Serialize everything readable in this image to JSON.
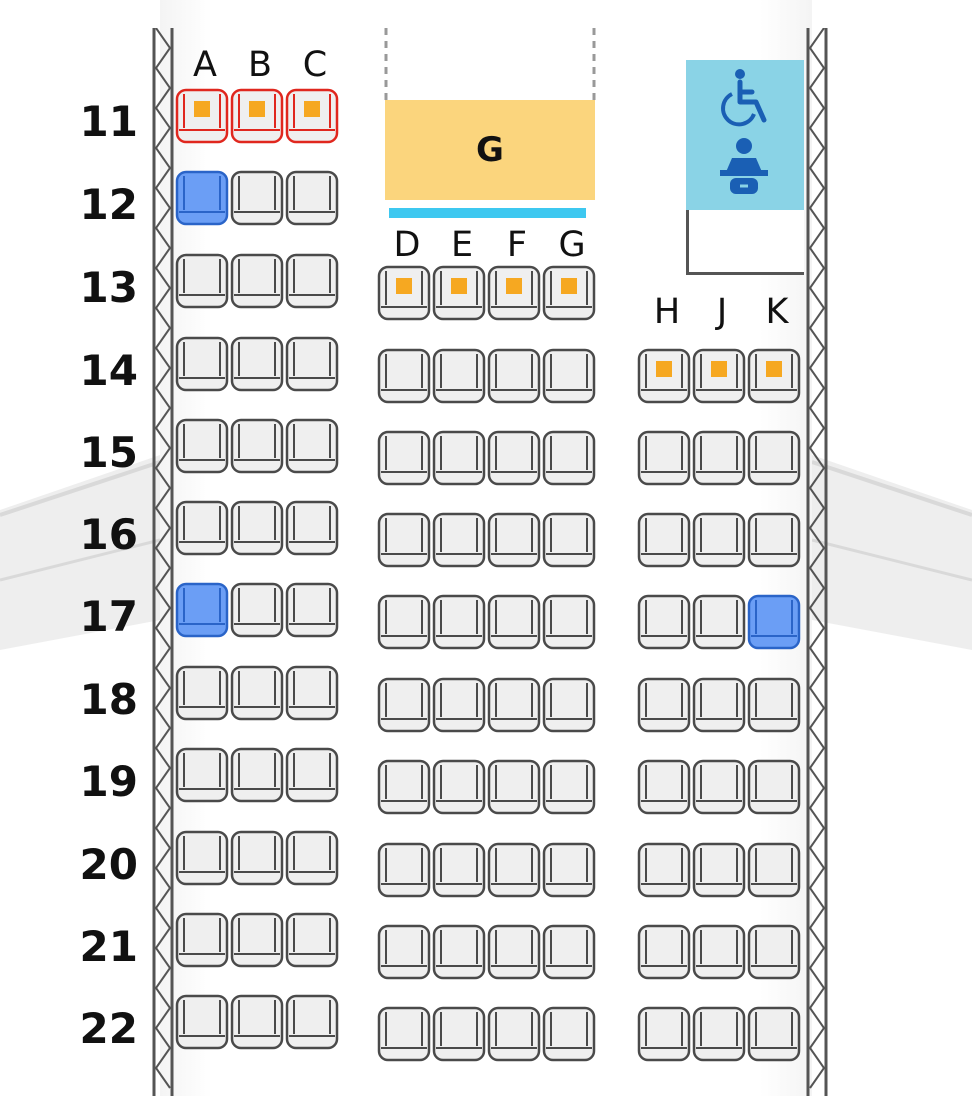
{
  "colors": {
    "seat_available": "#efefef",
    "seat_outline": "#4a4a4a",
    "seat_selected": "#6b9ef5",
    "seat_selected_outline": "#2a64c8",
    "seat_emergency_outline": "#e0271e",
    "extra_legroom_marker": "#f6a821",
    "galley": "#fbd57d",
    "galley_edge": "#3ec8f0",
    "lavatory": "#8ad3e6",
    "fuselage_wall": "#f0f0f0"
  },
  "galley": {
    "label": "G"
  },
  "lavatory": {
    "icons": [
      "wheelchair-accessible-icon",
      "baby-changing-icon"
    ]
  },
  "rows": [
    "11",
    "12",
    "13",
    "14",
    "15",
    "16",
    "17",
    "18",
    "19",
    "20",
    "21",
    "22"
  ],
  "column_headers": {
    "left": [
      "A",
      "B",
      "C"
    ],
    "center": [
      "D",
      "E",
      "F",
      "G"
    ],
    "right": [
      "H",
      "J",
      "K"
    ]
  },
  "seat_legend": {
    "selected_seats": [
      "12A",
      "17A",
      "17K"
    ],
    "emergency_exit_seats": [
      "11A",
      "11B",
      "11C"
    ],
    "extra_legroom_seats": [
      "11A",
      "11B",
      "11C",
      "13D",
      "13E",
      "13F",
      "13G",
      "14H",
      "14J",
      "14K"
    ]
  },
  "seat_map": {
    "left": {
      "first_row": 11,
      "last_row": 22
    },
    "center": {
      "first_row": 13,
      "last_row": 22
    },
    "right": {
      "first_row": 14,
      "last_row": 22
    }
  }
}
